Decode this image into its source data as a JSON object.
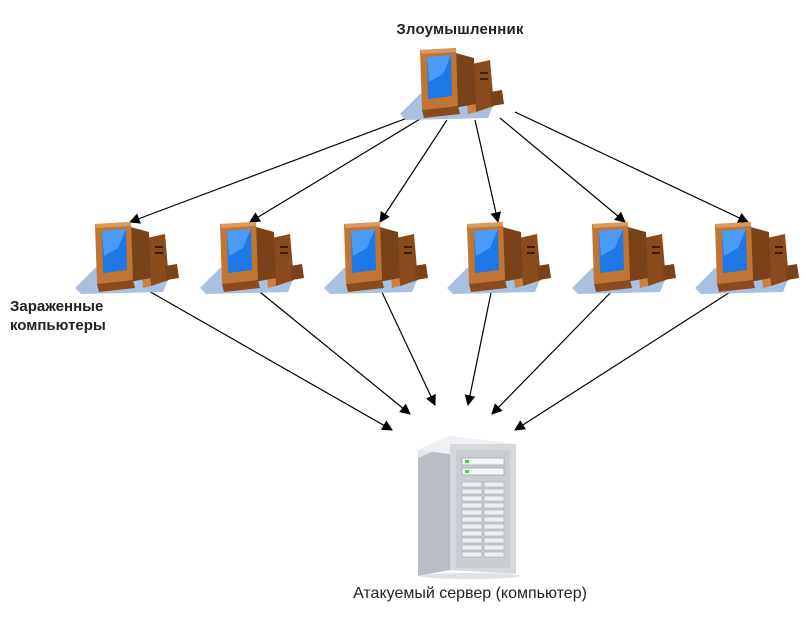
{
  "labels": {
    "attacker": "Злоумышленник",
    "infected_line1": "Зараженные",
    "infected_line2": "компьютеры",
    "server": "Атакуемый сервер (компьютер)"
  },
  "nodes": {
    "attacker": {
      "icon": "desktop-computer-icon"
    },
    "infected": [
      {
        "icon": "desktop-computer-icon"
      },
      {
        "icon": "desktop-computer-icon"
      },
      {
        "icon": "desktop-computer-icon"
      },
      {
        "icon": "desktop-computer-icon"
      },
      {
        "icon": "desktop-computer-icon"
      },
      {
        "icon": "desktop-computer-icon"
      }
    ],
    "server": {
      "icon": "server-tower-icon"
    }
  },
  "colors": {
    "monitor_shell": "#b86f2e",
    "monitor_shell_dark": "#7a4218",
    "screen": "#1e78e8",
    "shadow": "#9fb7d9",
    "arrow": "#000000",
    "server_body": "#d9dce0"
  }
}
